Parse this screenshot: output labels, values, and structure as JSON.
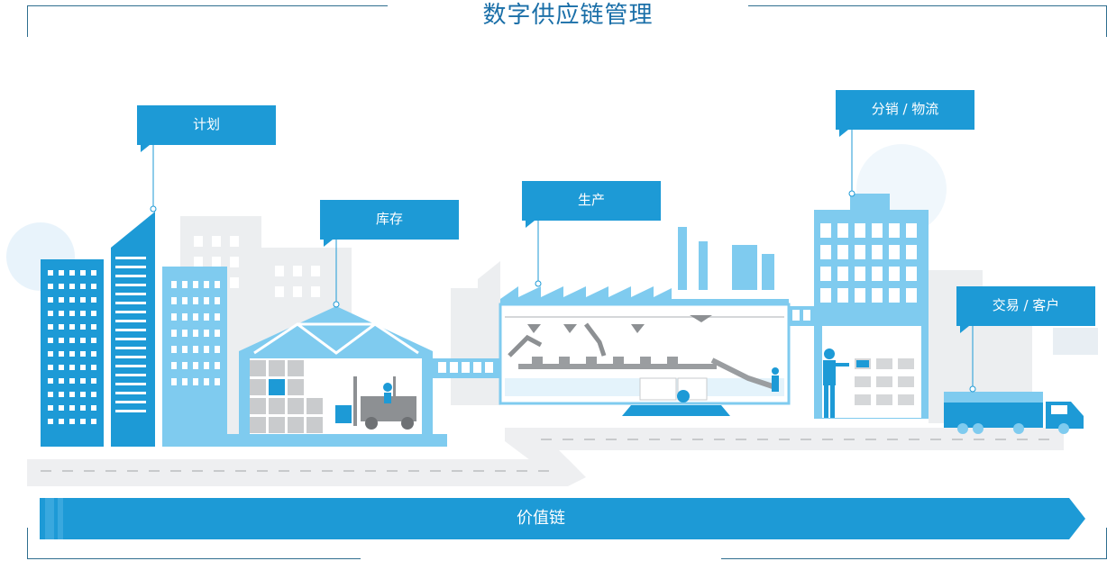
{
  "title": "数字供应链管理",
  "stages": {
    "plan": "计划",
    "inventory": "库存",
    "production": "生产",
    "distribution": "分销 / 物流",
    "trade": "交易 / 客户"
  },
  "value_chain": "价值链",
  "colors": {
    "accent": "#1d9ad6",
    "title": "#1a6fa8",
    "frame": "#2f6e8f",
    "light_blue": "#7fcbef",
    "pale_gray": "#e9eaec"
  }
}
